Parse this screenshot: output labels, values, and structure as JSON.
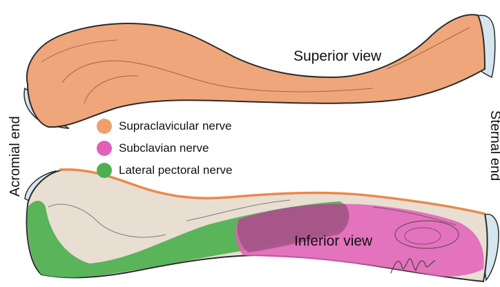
{
  "labels": {
    "superior": "Superior view",
    "inferior": "Inferior view",
    "acromial": "Acromial end",
    "sternal": "Sternal end"
  },
  "legend": [
    {
      "label": "Supraclavicular nerve",
      "color": "#ef9f6e"
    },
    {
      "label": "Subclavian nerve",
      "color": "#e160b8"
    },
    {
      "label": "Lateral pectoral nerve",
      "color": "#4db04f"
    }
  ],
  "colors": {
    "bone_superior": "#efa67a",
    "bone_inferior": "#e8ded2",
    "cartilage": "#d6e6ee",
    "outline": "#2a2a2a"
  }
}
